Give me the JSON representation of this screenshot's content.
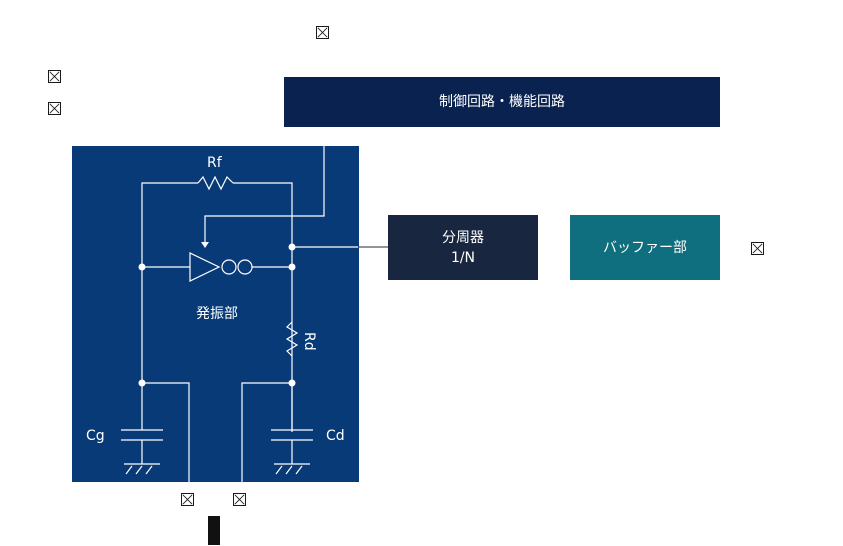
{
  "blocks": {
    "control": "制御回路・機能回路",
    "divider_line1": "分周器",
    "divider_line2": "1/N",
    "buffer": "バッファー部"
  },
  "oscillator": {
    "label": "発振部",
    "rf": "Rf",
    "rd": "Rd",
    "cg": "Cg",
    "cd": "Cd"
  },
  "colors": {
    "control_block": "#0a2250",
    "divider_block": "#18263f",
    "buffer_block": "#0f6f7e",
    "oscillator_block": "#083a78"
  },
  "icons": [
    "broken-image-icon"
  ]
}
